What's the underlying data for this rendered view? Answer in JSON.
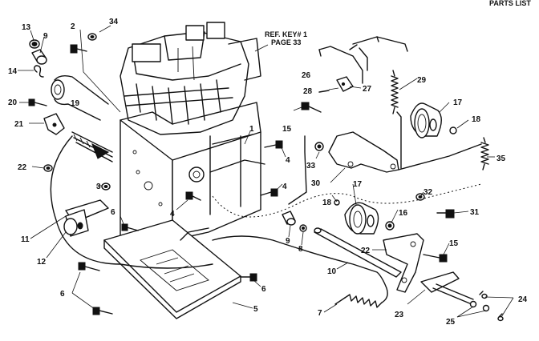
{
  "header": {
    "corner_text": "PARTS LIST"
  },
  "reference": {
    "line1": "REF. KEY# 1",
    "line2": "PAGE 33"
  },
  "callouts": [
    "1",
    "2",
    "3",
    "4",
    "5",
    "6",
    "7",
    "8",
    "9",
    "10",
    "11",
    "12",
    "13",
    "14",
    "15",
    "16",
    "17",
    "18",
    "19",
    "20",
    "21",
    "22",
    "23",
    "24",
    "25",
    "26",
    "27",
    "28",
    "29",
    "30",
    "31",
    "32",
    "33",
    "34",
    "35"
  ]
}
